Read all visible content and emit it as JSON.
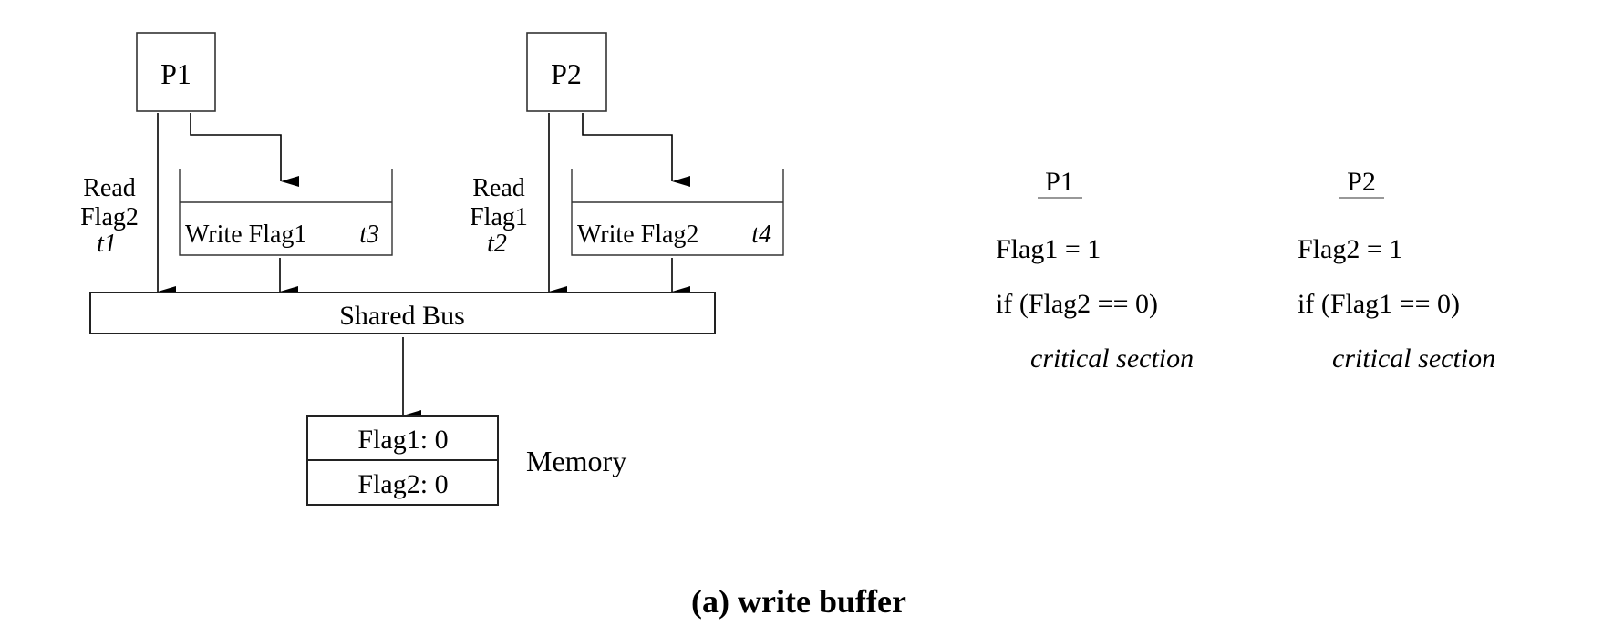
{
  "diagram": {
    "processors": [
      {
        "label": "P1",
        "read_label": [
          "Read",
          "Flag2"
        ],
        "read_time": "t1",
        "buffer_text": "Write Flag1",
        "buffer_time": "t3"
      },
      {
        "label": "P2",
        "read_label": [
          "Read",
          "Flag1"
        ],
        "read_time": "t2",
        "buffer_text": "Write Flag2",
        "buffer_time": "t4"
      }
    ],
    "bus_label": "Shared Bus",
    "memory": {
      "label": "Memory",
      "cells": [
        "Flag1: 0",
        "Flag2: 0"
      ]
    }
  },
  "code": [
    {
      "heading": "P1",
      "lines": [
        "Flag1 = 1",
        "if (Flag2 == 0)"
      ],
      "body": "critical section"
    },
    {
      "heading": "P2",
      "lines": [
        "Flag2 = 1",
        "if (Flag1 == 0)"
      ],
      "body": "critical section"
    }
  ],
  "caption": "(a) write buffer"
}
